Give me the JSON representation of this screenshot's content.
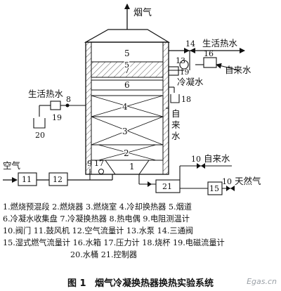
{
  "diagram": {
    "nodes": [
      {
        "id": "n5",
        "label": "5"
      },
      {
        "id": "n7",
        "label": "7"
      },
      {
        "id": "n6",
        "label": "6"
      },
      {
        "id": "n4",
        "label": "4"
      },
      {
        "id": "n3",
        "label": "3"
      },
      {
        "id": "n2",
        "label": "2"
      },
      {
        "id": "n1",
        "label": "1"
      },
      {
        "id": "n5b",
        "label": "5"
      },
      {
        "id": "n14",
        "label": "14"
      },
      {
        "id": "n13",
        "label": "13"
      },
      {
        "id": "n16",
        "label": "16"
      },
      {
        "id": "n19a",
        "label": "19"
      },
      {
        "id": "n18",
        "label": "18"
      },
      {
        "id": "n8",
        "label": "8"
      },
      {
        "id": "n19b",
        "label": "19"
      },
      {
        "id": "n20",
        "label": "20"
      },
      {
        "id": "n9",
        "label": "9"
      },
      {
        "id": "n17",
        "label": "17"
      },
      {
        "id": "n11",
        "label": "11"
      },
      {
        "id": "n12",
        "label": "12"
      },
      {
        "id": "n21",
        "label": "21"
      },
      {
        "id": "n15",
        "label": "15"
      },
      {
        "id": "n10a",
        "label": "10"
      },
      {
        "id": "n10b",
        "label": "10"
      }
    ],
    "labels": {
      "flue_gas": "烟气",
      "domestic_hot_water_top": "生活热水",
      "tap_water_top": "自来水",
      "condensate": "冷凝水",
      "domestic_hot_water_left": "生活热水",
      "tap_water_vertical": "自来水",
      "tap_water_right": "自来水",
      "natural_gas": "天然气",
      "air": "空气"
    }
  },
  "legend": [
    "1.燃烧预混段 2.燃烧器 3.燃烧室 4.冷却换热器 5.烟道",
    "6.冷凝水收集盘 7.冷凝换热器 8.热电偶 9.电阻测温计",
    "10.阀门 11.鼓风机 12.空气流量计 13.水泵 14.三通阀",
    "15.湿式燃气流量计 16.水箱 17.压力计 18.烧杯 19.电磁流量计",
    "20.水桶 21.控制器"
  ],
  "caption": {
    "number": "图 1",
    "title": "烟气冷凝换热器换热实验系统"
  },
  "watermark": "Egas.cn"
}
